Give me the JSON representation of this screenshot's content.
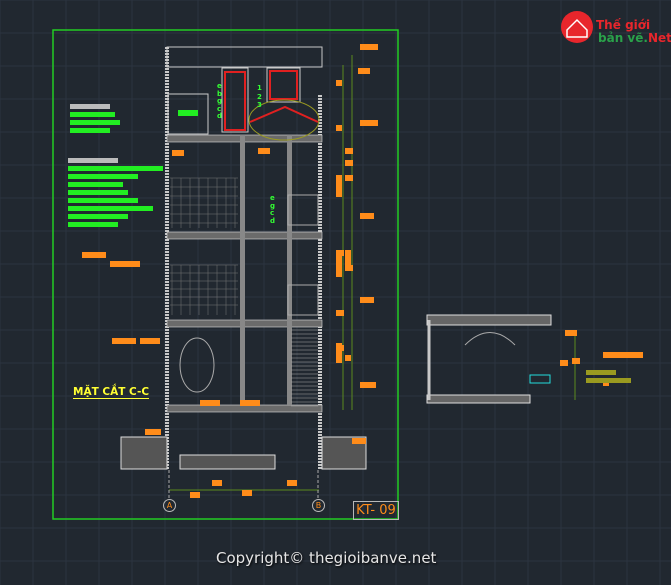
{
  "logo": {
    "line1_a": "Thế",
    "line1_b": "giới",
    "line2_a": "bản vẽ.",
    "line2_b": "Net",
    "brand_red": "#e8262c",
    "brand_green": "#2aa14a"
  },
  "drawing": {
    "title": "MẶT CẮT C-C",
    "sheet_number": "KT- 09",
    "axis_labels": [
      "A",
      "B"
    ],
    "door_tags_upper": [
      "e",
      "b",
      "g",
      "c",
      "d"
    ],
    "window_tags": [
      "1",
      "2",
      "3"
    ],
    "door_tags_mid": [
      "e",
      "g",
      "c",
      "d"
    ],
    "colors": {
      "background": "#212830",
      "frame": "#22cc22",
      "dimension": "#ff8c1a",
      "title": "#ffff33"
    }
  },
  "watermark": "Copyright© thegioibanve.net"
}
